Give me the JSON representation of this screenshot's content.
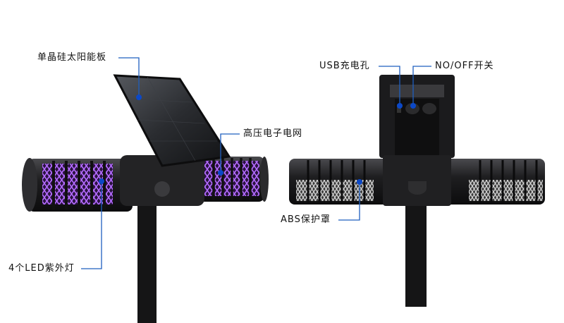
{
  "left_product": {
    "callouts": {
      "solar_panel": "单晶硅太阳能板",
      "electric_grid": "高压电子电网",
      "uv_leds": "4个LED紫外灯"
    }
  },
  "right_product": {
    "callouts": {
      "usb_port": "USB充电孔",
      "power_switch": "NO/OFF开关",
      "abs_cover": "ABS保护罩"
    }
  },
  "colors": {
    "callout_line": "#1f5fbf",
    "callout_dot": "#0b48c8",
    "body": "#1c1c1e",
    "uv": "#8a3fd6"
  }
}
